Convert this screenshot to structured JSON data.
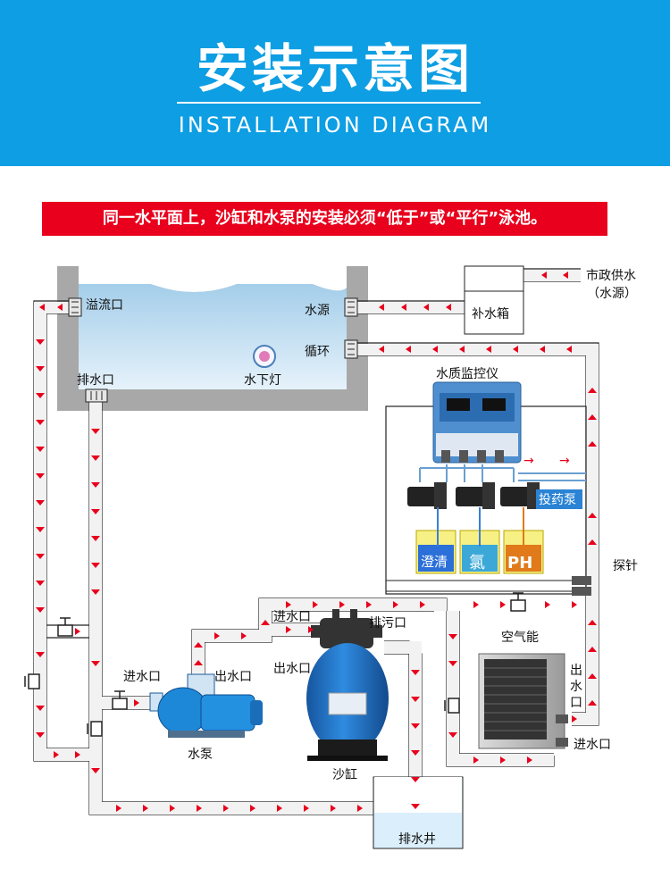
{
  "header": {
    "title": "安装示意图",
    "subtitle": "INSTALLATION DIAGRAM"
  },
  "notice": "同一水平面上，沙缸和水泵的安装必须“低于”或“平行”泳池。",
  "labels": {
    "overflow": "溢流口",
    "water_source": "水源",
    "circulation": "循环",
    "drain": "排水口",
    "underwater_light": "水下灯",
    "municipal_supply": "市政供水",
    "water_source_paren": "（水源）",
    "makeup_tank": "补水箱",
    "monitor": "水质监控仪",
    "dosing_pump": "投药泵",
    "tank_clarifier": "澄清",
    "tank_chlorine": "氯",
    "tank_ph": "PH",
    "probe": "探针",
    "pump_inlet": "进水口",
    "pump_outlet": "出水口",
    "pump": "水泵",
    "filter_inlet": "进水口",
    "filter_waste": "排污口",
    "filter_outlet": "出水口",
    "sand_filter": "沙缸",
    "heat_pump": "空气能",
    "hp_outlet_1": "出",
    "hp_outlet_2": "水",
    "hp_outlet_3": "口",
    "hp_inlet": "进水口",
    "drain_well": "排水井"
  },
  "colors": {
    "header_bg": "#0d9ee3",
    "notice_bg": "#e8001c",
    "arrow": "#e8001c",
    "pipe_fill": "#f2f2f2",
    "pool_wall": "#a8a8a8",
    "water": "#cfe6f5",
    "filter_blue": "#1f6fc4",
    "pump_blue": "#1e88d8"
  }
}
